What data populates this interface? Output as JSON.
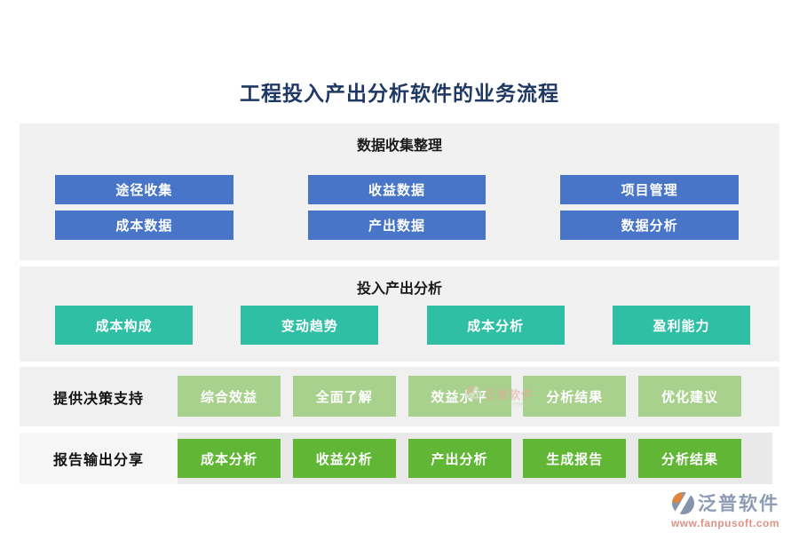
{
  "page": {
    "title": "工程投入产出分析软件的业务流程",
    "title_color": "#1F3864"
  },
  "colors": {
    "blue": "#4875C7",
    "teal": "#2FBFA4",
    "light_green": "#A9D18E",
    "green": "#61B636",
    "band_gray": "#F1F1F2",
    "band_gray_dark": "#E9E9EA"
  },
  "sections": [
    {
      "header": "数据收集整理",
      "buttons": [
        "途径收集",
        "收益数据",
        "项目管理",
        "成本数据",
        "产出数据",
        "数据分析"
      ]
    },
    {
      "header": "投入产出分析",
      "buttons": [
        "成本构成",
        "变动趋势",
        "成本分析",
        "盈利能力"
      ]
    },
    {
      "label": "提供决策支持",
      "buttons": [
        "综合效益",
        "全面了解",
        "效益水平",
        "分析结果",
        "优化建议"
      ]
    },
    {
      "label": "报告输出分享",
      "buttons": [
        "成本分析",
        "收益分析",
        "产出分析",
        "生成报告",
        "分析结果"
      ]
    }
  ],
  "watermark": {
    "name": "泛普软件",
    "subtext": "FANPU SOFTWARE"
  },
  "footer": {
    "brand": "泛普软件",
    "url": "www.fanpusoft.com"
  }
}
